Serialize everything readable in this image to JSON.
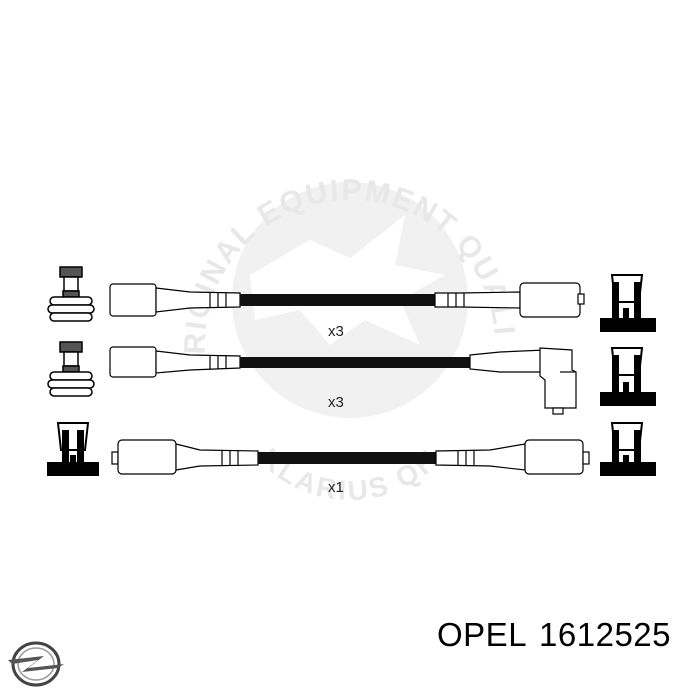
{
  "watermark": {
    "ring_text": "ORIGINAL EQUIPMENT QUALITY",
    "bottom_text": "KLARIUS QH",
    "color": "#eeeeee"
  },
  "leads": [
    {
      "quantity": "x3",
      "left_end": "straight-boot",
      "right_end": "straight-boot"
    },
    {
      "quantity": "x3",
      "left_end": "straight-boot",
      "right_end": "angled-boot"
    },
    {
      "quantity": "x1",
      "left_end": "straight-boot",
      "right_end": "straight-boot"
    }
  ],
  "caption": {
    "brand": "OPEL",
    "part_number": "1612525"
  },
  "colors": {
    "ink": "#000000",
    "cable": "#111111"
  }
}
